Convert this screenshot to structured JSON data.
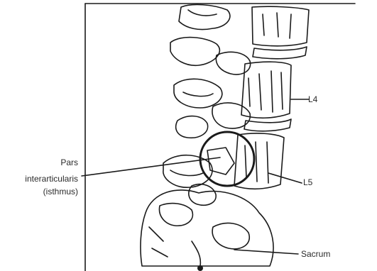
{
  "labels": {
    "l4": "L4",
    "l5": "L5",
    "sacrum": "Sacrum",
    "pars_line1": "Pars",
    "pars_line2": "interarticularis",
    "pars_line3": "(isthmus)"
  },
  "colors": {
    "ink": "#1a1a1a",
    "paper": "#ffffff"
  }
}
